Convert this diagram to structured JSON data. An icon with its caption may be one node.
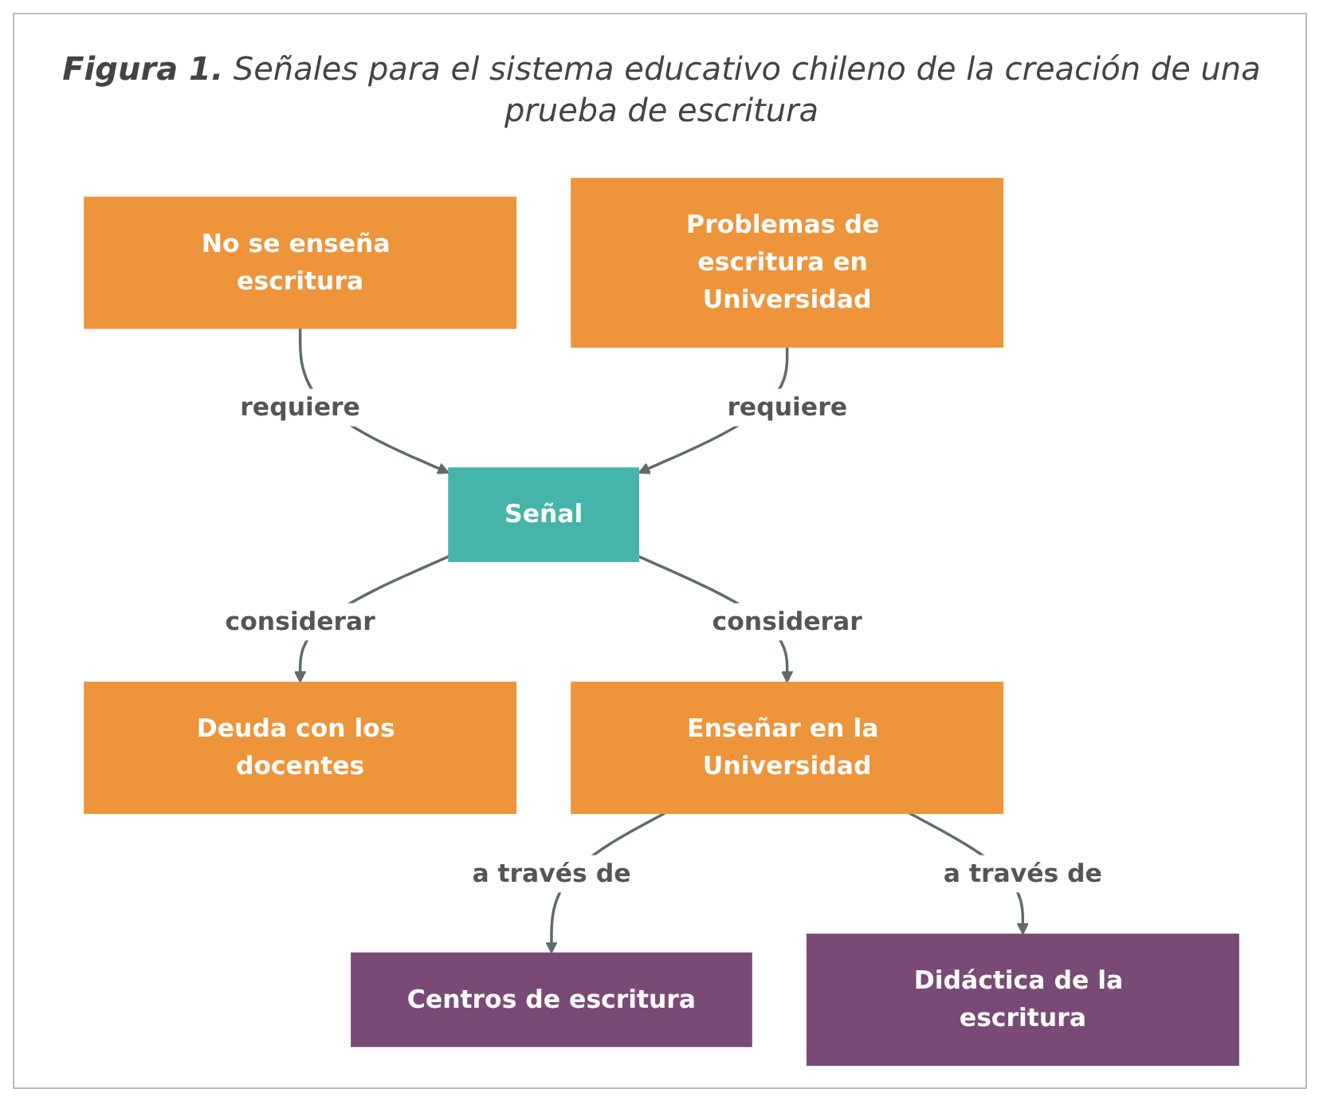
{
  "diagram": {
    "title": "**Figura 1.** Señales para el sistema educativo chileno de la creación de una prueba de escritura",
    "nodes": [
      {
        "text": [
          "No se enseña escritura"
        ]
      },
      {
        "text": [
          "Problemas de escritura en Universidad"
        ]
      },
      {
        "text": [
          "Señal"
        ]
      },
      {
        "text": [
          "Deuda con los docentes"
        ]
      },
      {
        "text": [
          "Enseñar en la Universidad"
        ]
      },
      {
        "text": [
          "Centros de escritura"
        ]
      },
      {
        "text": [
          "Didáctica de la escritura"
        ]
      }
    ],
    "edges": [
      {
        "from": 0,
        "to": 2,
        "arrow": "to",
        "label": "requiere"
      },
      {
        "from": 1,
        "to": 2,
        "arrow": "to",
        "label": "requiere"
      },
      {
        "from": 2,
        "to": 3,
        "arrow": "to",
        "label": "considerar"
      },
      {
        "from": 2,
        "to": 4,
        "arrow": "to",
        "label": "considerar"
      },
      {
        "from": 4,
        "to": 5,
        "arrow": "to",
        "label": "a través de"
      },
      {
        "from": 4,
        "to": 6,
        "arrow": "to",
        "label": "a través de"
      }
    ]
  }
}
